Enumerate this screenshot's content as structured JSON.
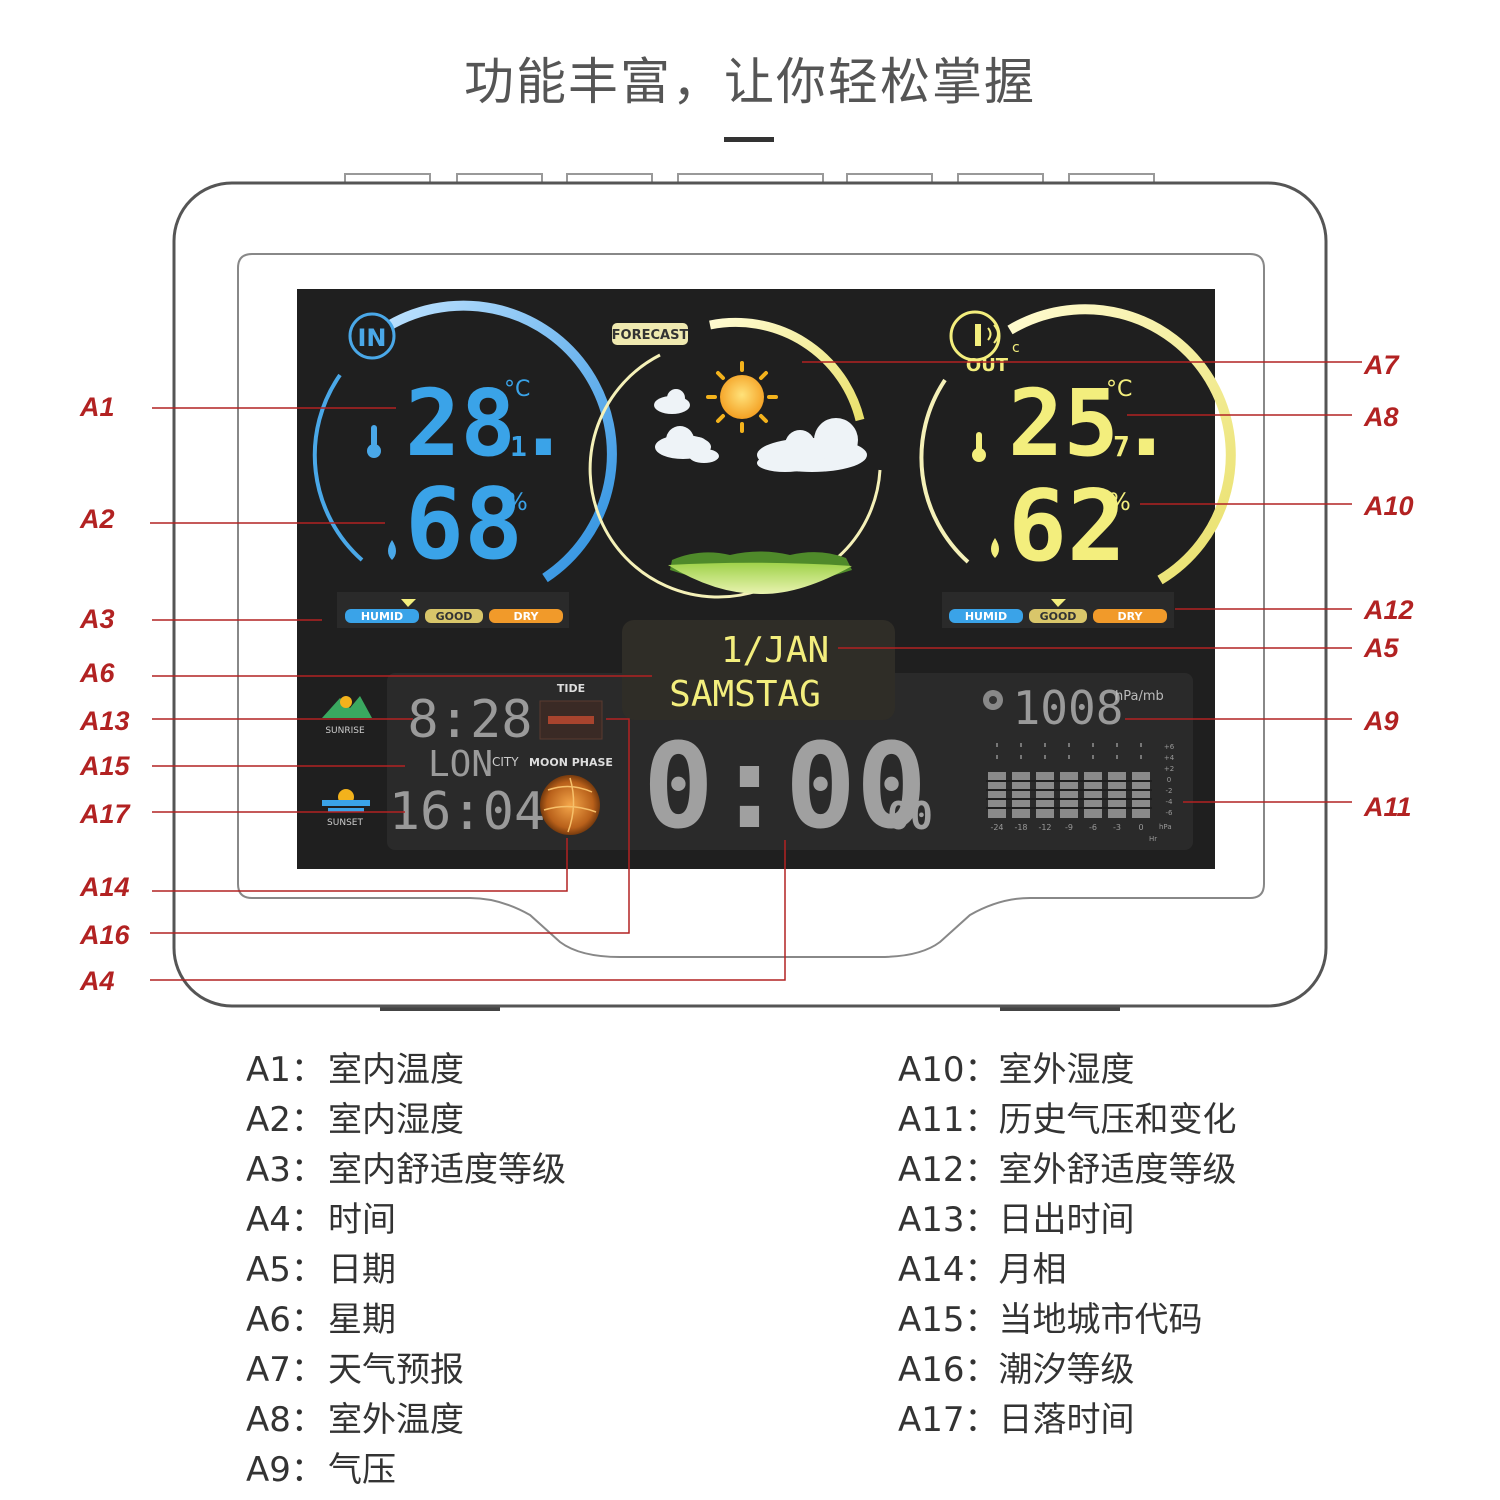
{
  "title": "功能丰富，让你轻松掌握",
  "colors": {
    "accent_red": "#b22222",
    "indoor_blue": "#3aa3e8",
    "outdoor_yellow": "#f3ee7d",
    "lcd_bg": "#1f1f1f",
    "segment_grey": "#9a9a9a"
  },
  "display": {
    "indoor": {
      "badge": "IN",
      "temp_int": "28.",
      "temp_dec": "1",
      "temp_unit": "°C",
      "humidity": "68",
      "humidity_unit": "%",
      "thermometer_icon": "thermometer-icon",
      "droplet_icon": "droplet-icon"
    },
    "outdoor": {
      "badge": "OUT",
      "temp_int": "25.",
      "temp_dec": "7",
      "temp_unit": "°C",
      "humidity": "62",
      "humidity_unit": "%",
      "sensor_icon": "sensor-signal-icon"
    },
    "comfort": {
      "humid": "HUMID",
      "good": "GOOD",
      "dry": "DRY"
    },
    "forecast": {
      "label": "FORECAST",
      "icon": "sun-cloud-icon"
    },
    "date": "1/JAN",
    "weekday": "SAMSTAG",
    "time": {
      "main": "0:00",
      "seconds": "00"
    },
    "sun": {
      "sunrise_label": "SUNRISE",
      "sunrise_time": "8:28",
      "sunset_label": "SUNSET",
      "sunset_time": "16:04"
    },
    "city": {
      "code": "LON",
      "label": "CITY"
    },
    "tide": {
      "label": "TIDE"
    },
    "moon": {
      "label": "MOON PHASE",
      "icon": "moon-icon"
    },
    "pressure": {
      "value": "1008",
      "unit": "hPa/mb",
      "icon": "barometer-icon",
      "history_x_labels": [
        "-24",
        "-18",
        "-12",
        "-9",
        "-6",
        "-3",
        "0"
      ],
      "history_y_labels": [
        "+6",
        "+4",
        "+2",
        "0",
        "-2",
        "-4",
        "-6"
      ],
      "axis_hr": "Hr",
      "axis_hpa": "hPa"
    }
  },
  "callouts": [
    {
      "id": "A1"
    },
    {
      "id": "A2"
    },
    {
      "id": "A3"
    },
    {
      "id": "A6"
    },
    {
      "id": "A13"
    },
    {
      "id": "A15"
    },
    {
      "id": "A17"
    },
    {
      "id": "A14"
    },
    {
      "id": "A16"
    },
    {
      "id": "A4"
    },
    {
      "id": "A7"
    },
    {
      "id": "A8"
    },
    {
      "id": "A10"
    },
    {
      "id": "A12"
    },
    {
      "id": "A5"
    },
    {
      "id": "A9"
    },
    {
      "id": "A11"
    }
  ],
  "legend_left": [
    {
      "code": "A1：",
      "text": "室内温度"
    },
    {
      "code": "A2：",
      "text": "室内湿度"
    },
    {
      "code": "A3：",
      "text": "室内舒适度等级"
    },
    {
      "code": "A4：",
      "text": "时间"
    },
    {
      "code": "A5：",
      "text": "日期"
    },
    {
      "code": "A6：",
      "text": "星期"
    },
    {
      "code": "A7：",
      "text": "天气预报"
    },
    {
      "code": "A8：",
      "text": "室外温度"
    },
    {
      "code": "A9：",
      "text": "气压"
    }
  ],
  "legend_right": [
    {
      "code": "A10：",
      "text": "室外湿度"
    },
    {
      "code": "A11：",
      "text": "历史气压和变化"
    },
    {
      "code": "A12：",
      "text": "室外舒适度等级"
    },
    {
      "code": "A13：",
      "text": "日出时间"
    },
    {
      "code": "A14：",
      "text": "月相"
    },
    {
      "code": "A15：",
      "text": "当地城市代码"
    },
    {
      "code": "A16：",
      "text": "潮汐等级"
    },
    {
      "code": "A17：",
      "text": "日落时间"
    }
  ]
}
